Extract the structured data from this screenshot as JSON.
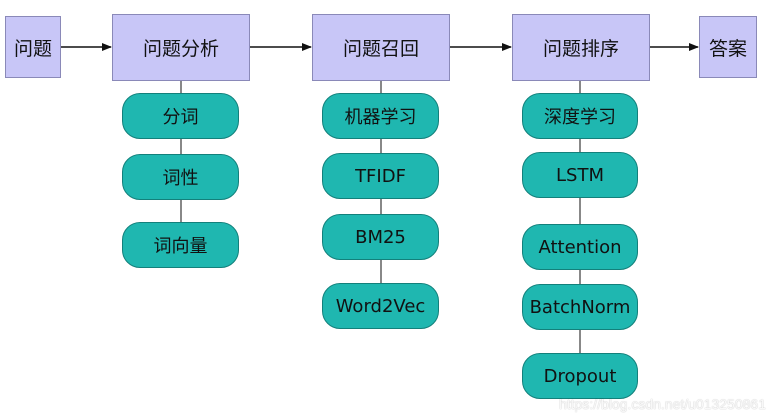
{
  "stages": {
    "question": "问题",
    "analysis": "问题分析",
    "recall": "问题召回",
    "ranking": "问题排序",
    "answer": "答案"
  },
  "analysis_items": [
    "分词",
    "词性",
    "词向量"
  ],
  "recall_items": [
    "机器学习",
    "TFIDF",
    "BM25",
    "Word2Vec"
  ],
  "ranking_items": [
    "深度学习",
    "LSTM",
    "Attention",
    "BatchNorm",
    "Dropout"
  ],
  "watermark": "https://blog.csdn.net/u013250861",
  "colors": {
    "stage_fill": "#c8c6f7",
    "stage_border": "#8a89b8",
    "pill_fill": "#1fb7b0",
    "pill_border": "#13807b",
    "line": "#111111"
  }
}
